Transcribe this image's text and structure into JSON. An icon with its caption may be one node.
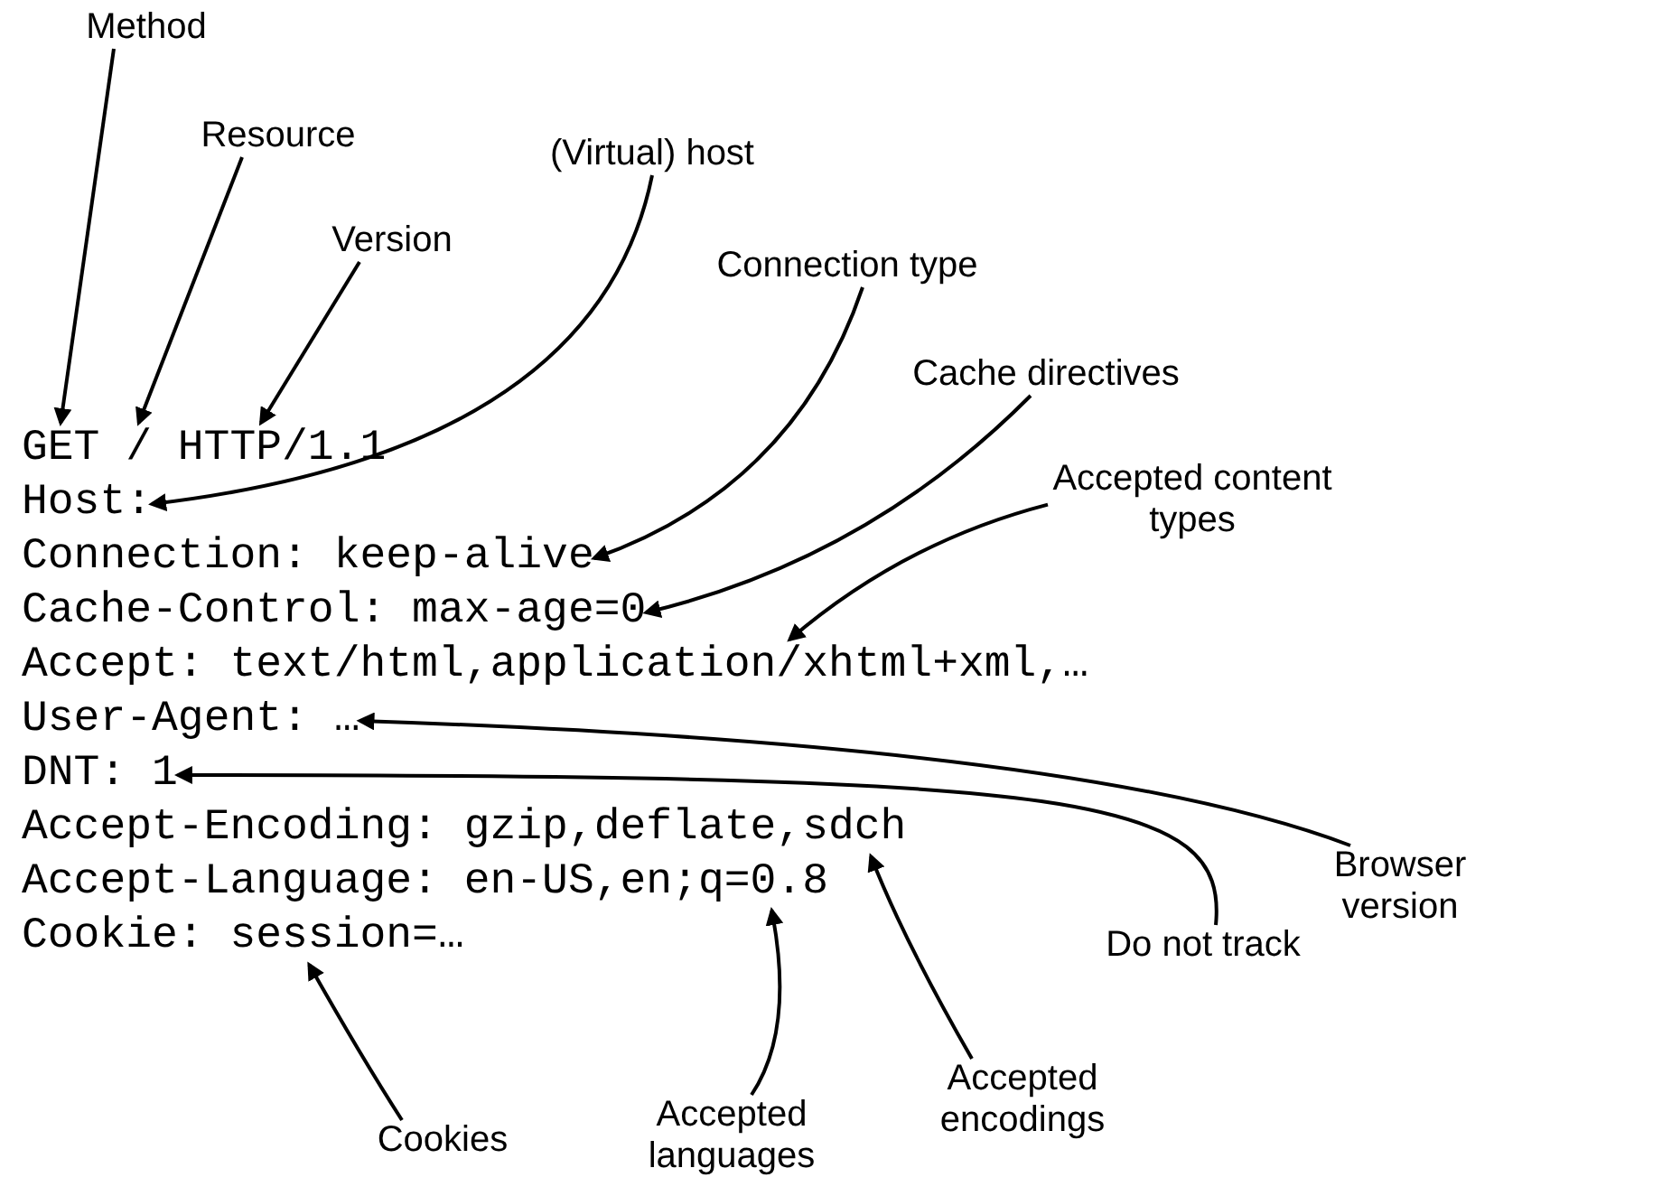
{
  "diagram": {
    "nodes": [
      {
        "text": [
          "Method"
        ]
      },
      {
        "text": [
          "Resource"
        ]
      },
      {
        "text": [
          "Version"
        ]
      },
      {
        "text": [
          "(Virtual) host"
        ]
      },
      {
        "text": [
          "Connection type"
        ]
      },
      {
        "text": [
          "Cache directives"
        ]
      },
      {
        "text": [
          "Accepted content types"
        ]
      },
      {
        "text": [
          "GET"
        ]
      },
      {
        "text": [
          "/"
        ]
      },
      {
        "text": [
          "HTTP/1.1"
        ]
      },
      {
        "text": [
          "Host:"
        ]
      },
      {
        "text": [
          "Connection: keep-alive"
        ]
      },
      {
        "text": [
          "Cache-Control: max-age=0"
        ]
      },
      {
        "text": [
          "Accept: text/html,application/xhtml+xml,…"
        ]
      },
      {
        "text": [
          "User-Agent: …"
        ]
      },
      {
        "text": [
          "DNT: 1"
        ]
      },
      {
        "text": [
          "Accept-Encoding: gzip,deflate,sdch"
        ]
      },
      {
        "text": [
          "Accept-Language: en-US,en;q=0.8"
        ]
      },
      {
        "text": [
          "Cookie: session=…"
        ]
      },
      {
        "text": [
          "Browser version"
        ]
      },
      {
        "text": [
          "Do not track"
        ]
      },
      {
        "text": [
          "Cookies"
        ]
      },
      {
        "text": [
          "Accepted languages"
        ]
      },
      {
        "text": [
          "Accepted encodings"
        ]
      }
    ],
    "edges": [
      {
        "from": 0,
        "to": 7,
        "arrow": "to"
      },
      {
        "from": 1,
        "to": 8,
        "arrow": "to"
      },
      {
        "from": 2,
        "to": 9,
        "arrow": "to"
      },
      {
        "from": 3,
        "to": 10,
        "arrow": "to"
      },
      {
        "from": 4,
        "to": 11,
        "arrow": "to"
      },
      {
        "from": 5,
        "to": 12,
        "arrow": "to"
      },
      {
        "from": 6,
        "to": 13,
        "arrow": "to"
      },
      {
        "from": 19,
        "to": 14,
        "arrow": "to"
      },
      {
        "from": 20,
        "to": 15,
        "arrow": "to"
      },
      {
        "from": 21,
        "to": 18,
        "arrow": "to"
      },
      {
        "from": 22,
        "to": 17,
        "arrow": "to"
      },
      {
        "from": 23,
        "to": 16,
        "arrow": "to"
      }
    ]
  }
}
